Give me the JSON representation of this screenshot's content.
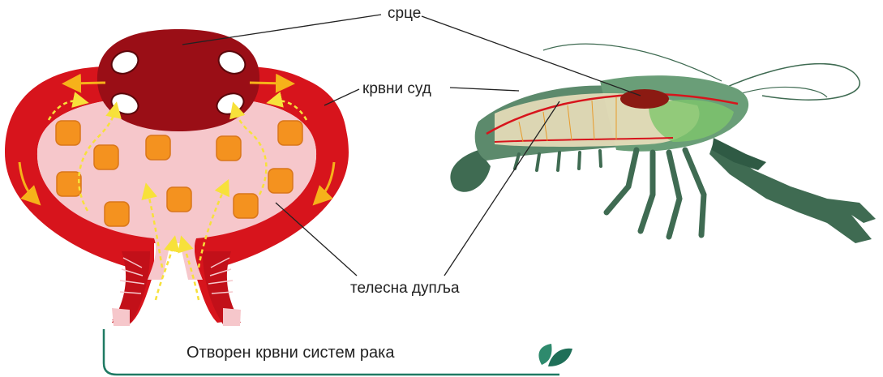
{
  "labels": {
    "heart": "срце",
    "vessel": "крвни суд",
    "body_cavity": "телесна дупља"
  },
  "caption": "Отворен крвни систем рака",
  "colors": {
    "vessel_red": "#d7141c",
    "heart_dark_red": "#9a0e16",
    "cavity_pink": "#f6c7cb",
    "organ_orange": "#f4921f",
    "flow_arrow_yellow": "#f7e13a",
    "crayfish_green": "#3f6b52",
    "caption_line_teal": "#1f7a63"
  },
  "icons": [
    "leaf-logo-icon"
  ]
}
